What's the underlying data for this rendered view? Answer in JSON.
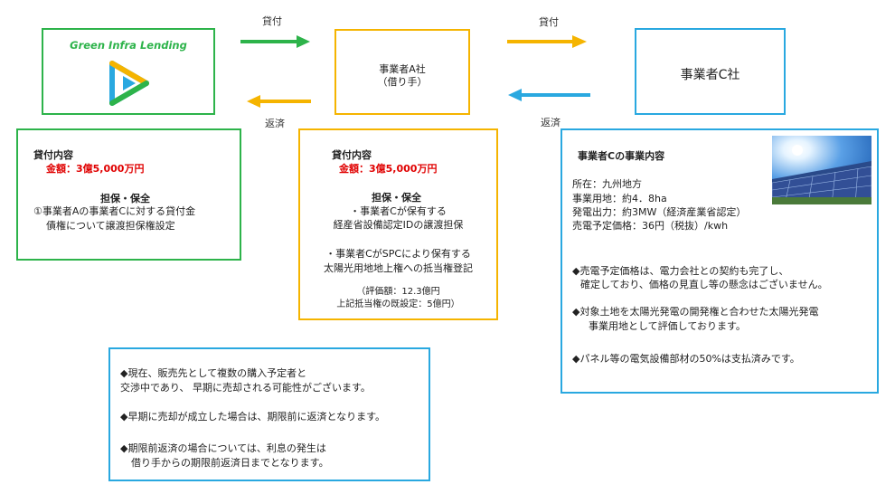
{
  "logo": {
    "text": "Green Infra Lending"
  },
  "arrows": {
    "lend1": "貸付",
    "repay1": "返済",
    "lend2": "貸付",
    "repay2": "返済"
  },
  "companyA": {
    "line1": "事業者A社",
    "line2": "（借り手）"
  },
  "companyC": {
    "name": "事業者C社"
  },
  "boxLeft": {
    "title": "貸付内容",
    "amount": "金額：3億5,000万円",
    "security_title": "担保・保全",
    "lines": [
      "①事業者Aの事業者Cに対する貸付金",
      "債権について譲渡担保権設定"
    ]
  },
  "boxMiddle": {
    "title": "貸付内容",
    "amount": "金額：3億5,000万円",
    "security_title": "担保・保全",
    "lines": [
      "・事業者Cが保有する",
      "経産省設備認定IDの譲渡担保",
      "",
      "・事業者CがSPCにより保有する",
      "太陽光用地地上権への抵当権登記"
    ],
    "small_lines": [
      "（評価額：12.3億円",
      "上記抵当権の既設定：5億円）"
    ]
  },
  "boxRight": {
    "title": "事業者Cの事業内容",
    "info": [
      "所在：九州地方",
      "事業用地：約4．8ha",
      "発電出力：約3MW（経済産業省認定）",
      "売電予定価格：36円（税抜）/kwh"
    ],
    "bullets": [
      [
        "◆売電予定価格は、電力会社との契約も完了し、",
        "確定しており、価格の見直し等の懸念はございません。"
      ],
      [
        "◆対象土地を太陽光発電の開発権と合わせた太陽光発電",
        "事業用地として評価しております。"
      ],
      [
        "◆パネル等の電気設備部材の50%は支払済みです。"
      ]
    ]
  },
  "boxBottom": {
    "bullets": [
      [
        "◆現在、販売先として複数の購入予定者と",
        "交渉中であり、 早期に売却される可能性がございます。"
      ],
      [
        "◆早期に売却が成立した場合は、期限前に返済となります。"
      ],
      [
        "◆期限前返済の場合については、利息の発生は",
        "借り手からの期限前返済日までとなります。"
      ]
    ]
  },
  "colors": {
    "green": "#2db34a",
    "yellow": "#f5b400",
    "blue": "#29a8e0",
    "red": "#e00000"
  }
}
